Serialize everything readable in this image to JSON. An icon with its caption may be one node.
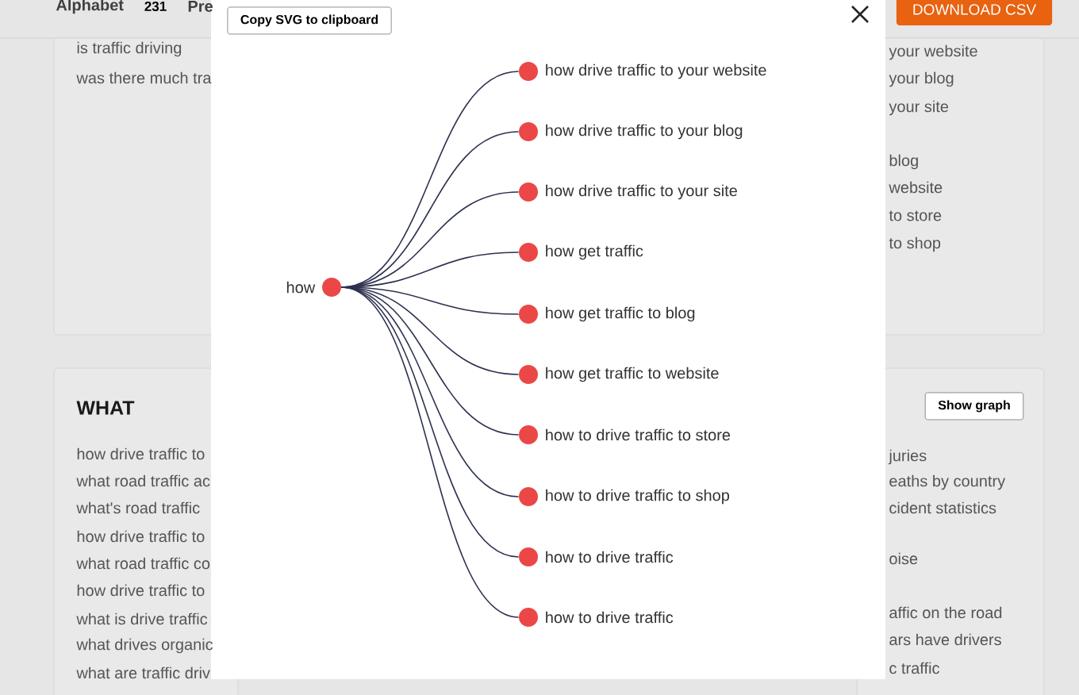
{
  "diagram": {
    "nodes": [
      {
        "text": [
          "how"
        ]
      },
      {
        "text": [
          "how drive traffic to your website"
        ]
      },
      {
        "text": [
          "how drive traffic to your blog"
        ]
      },
      {
        "text": [
          "how drive traffic to your site"
        ]
      },
      {
        "text": [
          "how get traffic"
        ]
      },
      {
        "text": [
          "how get traffic to blog"
        ]
      },
      {
        "text": [
          "how get traffic to website"
        ]
      },
      {
        "text": [
          "how to drive traffic to store"
        ]
      },
      {
        "text": [
          "how to drive traffic to shop"
        ]
      },
      {
        "text": [
          "how to drive traffic"
        ]
      },
      {
        "text": [
          "how to drive traffic"
        ]
      }
    ],
    "edges": [
      {
        "from": 0,
        "to": 1,
        "arrow": "none"
      },
      {
        "from": 0,
        "to": 2,
        "arrow": "none"
      },
      {
        "from": 0,
        "to": 3,
        "arrow": "none"
      },
      {
        "from": 0,
        "to": 4,
        "arrow": "none"
      },
      {
        "from": 0,
        "to": 5,
        "arrow": "none"
      },
      {
        "from": 0,
        "to": 6,
        "arrow": "none"
      },
      {
        "from": 0,
        "to": 7,
        "arrow": "none"
      },
      {
        "from": 0,
        "to": 8,
        "arrow": "none"
      },
      {
        "from": 0,
        "to": 9,
        "arrow": "none"
      },
      {
        "from": 0,
        "to": 10,
        "arrow": "none"
      }
    ],
    "labels": [
      "Alphabet",
      "231",
      "Pre",
      "Copy SVG to clipboard",
      "DOWNLOAD CSV",
      "is traffic driving",
      "was there much tra",
      "your website",
      "your blog",
      "your site",
      "blog",
      "website",
      "to store",
      "to shop",
      "WHAT",
      "how drive traffic to",
      "what road traffic ac",
      "what's road traffic",
      "how drive traffic to",
      "what road traffic co",
      "how drive traffic to",
      "what is drive traffic",
      "what drives organic",
      "what are traffic driv",
      "Show graph",
      "juries",
      "eaths by country",
      "cident statistics",
      "oise",
      "affic on the road",
      "ars have drivers",
      "c traffic"
    ]
  }
}
